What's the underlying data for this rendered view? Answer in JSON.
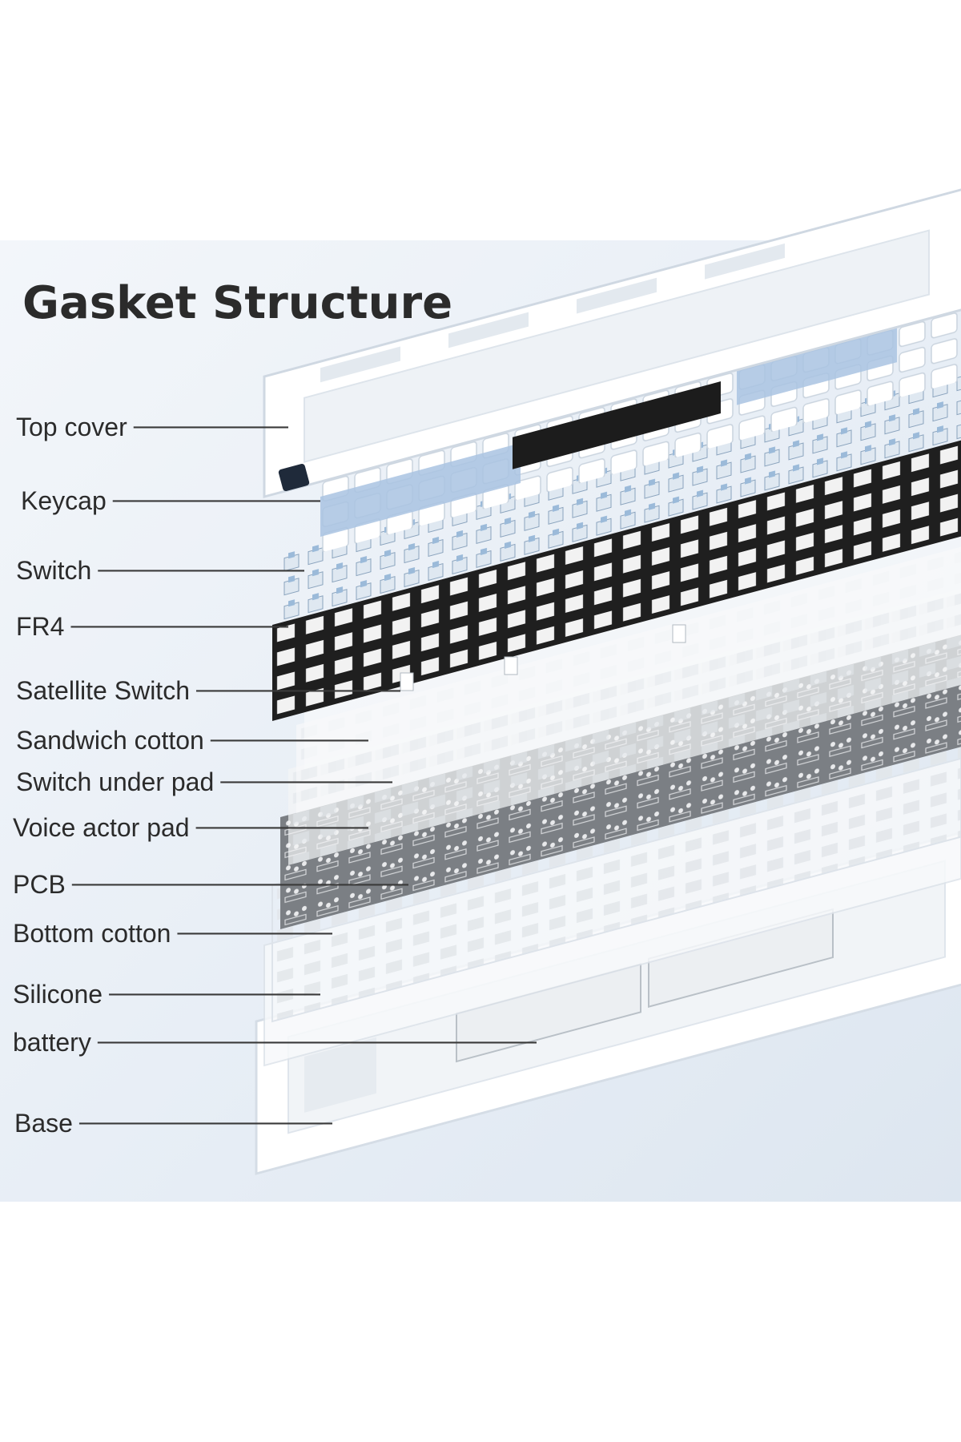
{
  "title": "Gasket Structure",
  "colors": {
    "background": "#eef3f8",
    "text": "#2b2b2b",
    "leader": "#3a3a3a",
    "keycap_blue": "#a9c3e2",
    "plate_dark": "#1f1f1f",
    "pcb_gray": "#7b7f84",
    "pad_white": "#f4f6f8"
  },
  "labels": [
    {
      "id": "top-cover",
      "text": "Top cover"
    },
    {
      "id": "keycap",
      "text": "Keycap"
    },
    {
      "id": "switch",
      "text": "Switch"
    },
    {
      "id": "fr4",
      "text": "FR4"
    },
    {
      "id": "satellite-switch",
      "text": "Satellite Switch"
    },
    {
      "id": "sandwich-cotton",
      "text": "Sandwich cotton"
    },
    {
      "id": "switch-under-pad",
      "text": "Switch under pad"
    },
    {
      "id": "voice-actor-pad",
      "text": "Voice actor pad"
    },
    {
      "id": "pcb",
      "text": "PCB"
    },
    {
      "id": "bottom-cotton",
      "text": "Bottom cotton"
    },
    {
      "id": "silicone",
      "text": "Silicone"
    },
    {
      "id": "battery",
      "text": "battery"
    },
    {
      "id": "base",
      "text": "Base"
    }
  ]
}
